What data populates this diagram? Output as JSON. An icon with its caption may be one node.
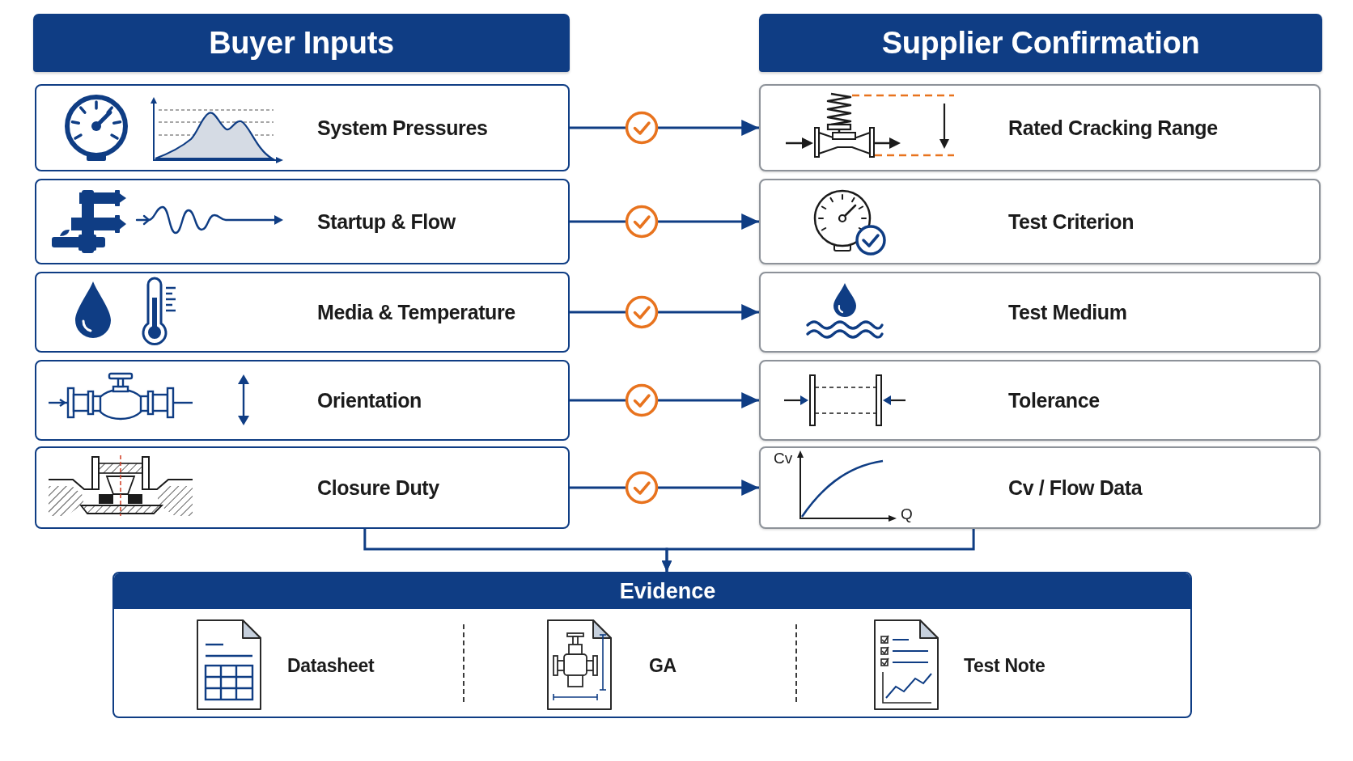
{
  "diagram": {
    "nodes": [
      {
        "text": [
          "Buyer Inputs"
        ]
      },
      {
        "text": [
          "Supplier Confirmation"
        ]
      },
      {
        "text": [
          "System Pressures"
        ]
      },
      {
        "text": [
          "Startup & Flow"
        ]
      },
      {
        "text": [
          "Media & Temperature"
        ]
      },
      {
        "text": [
          "Orientation"
        ]
      },
      {
        "text": [
          "Closure Duty"
        ]
      },
      {
        "text": [
          "Rated Cracking Range"
        ]
      },
      {
        "text": [
          "Test Criterion"
        ]
      },
      {
        "text": [
          "Test Medium"
        ]
      },
      {
        "text": [
          "Tolerance"
        ]
      },
      {
        "text": [
          "Cv / Flow Data"
        ]
      },
      {
        "text": [
          "Evidence",
          "Datasheet",
          "GA",
          "Test Note"
        ]
      }
    ],
    "edges": [
      {
        "from": 2,
        "to": 7,
        "arrow": "to"
      },
      {
        "from": 3,
        "to": 8,
        "arrow": "to"
      },
      {
        "from": 4,
        "to": 9,
        "arrow": "to"
      },
      {
        "from": 5,
        "to": 10,
        "arrow": "to"
      },
      {
        "from": 6,
        "to": 11,
        "arrow": "to"
      },
      {
        "from": 6,
        "to": 12,
        "arrow": "to"
      },
      {
        "from": 11,
        "to": 12,
        "arrow": "to"
      }
    ],
    "labels": [
      "Cv",
      "Q"
    ]
  }
}
